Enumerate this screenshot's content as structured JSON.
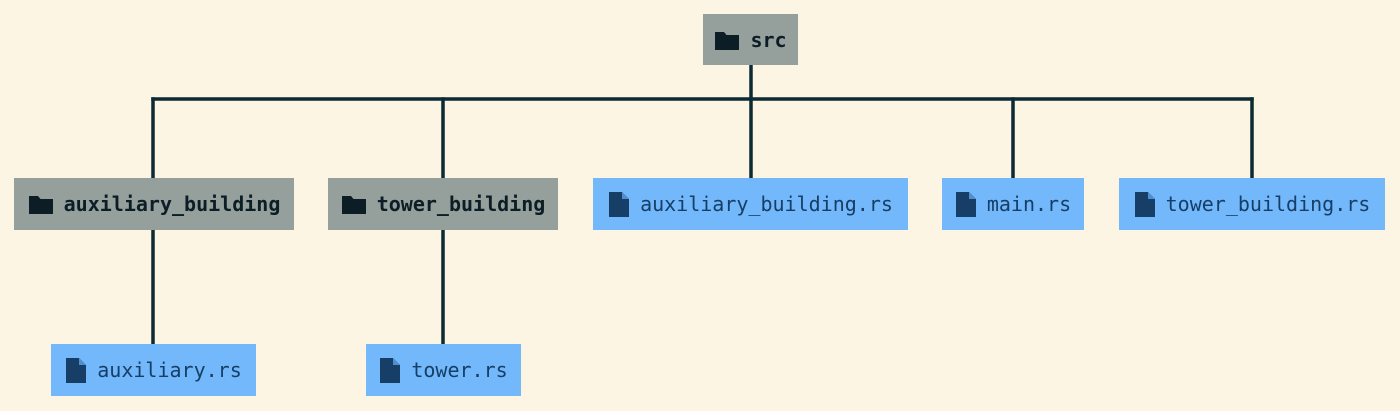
{
  "colors": {
    "background": "#fdf5e4",
    "folder_fill": "#95a09c",
    "folder_text": "#0c1d26",
    "file_fill": "#73b8fb",
    "file_text": "#163e66",
    "connector": "#0c2a33"
  },
  "tree": {
    "root": {
      "label": "src",
      "icon": "folder-icon"
    },
    "children": [
      {
        "label": "auxiliary_building",
        "icon": "folder-icon",
        "children": [
          {
            "label": "auxiliary.rs",
            "icon": "file-icon"
          }
        ]
      },
      {
        "label": "tower_building",
        "icon": "folder-icon",
        "children": [
          {
            "label": "tower.rs",
            "icon": "file-icon"
          }
        ]
      },
      {
        "label": "auxiliary_building.rs",
        "icon": "file-icon"
      },
      {
        "label": "main.rs",
        "icon": "file-icon"
      },
      {
        "label": "tower_building.rs",
        "icon": "file-icon"
      }
    ]
  }
}
